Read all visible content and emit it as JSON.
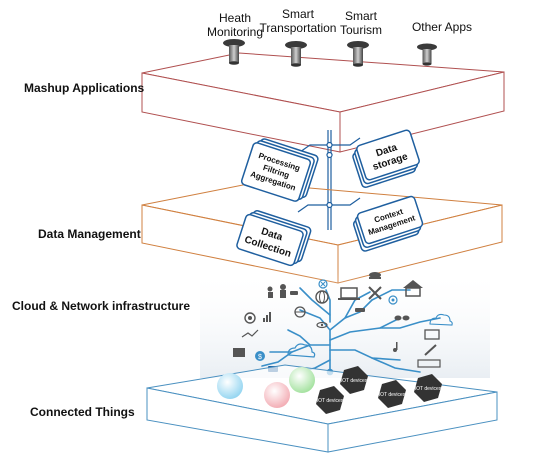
{
  "layers": {
    "mashup": "Mashup Applications",
    "data_management": "Data Management",
    "cloud": "Cloud & Network infrastructure",
    "things": "Connected Things"
  },
  "apps": [
    {
      "line1": "Heath",
      "line2": "Monitoring",
      "icon": "lamp-icon"
    },
    {
      "line1": "Smart",
      "line2": "Transportation",
      "icon": "lamp-icon"
    },
    {
      "line1": "Smart",
      "line2": "Tourism",
      "icon": "lamp-icon"
    },
    {
      "line1": "",
      "line2": "Other Apps",
      "icon": "lamp-icon"
    }
  ],
  "modules": {
    "processing": [
      "Processing",
      "Filtring",
      "Aggregation"
    ],
    "storage": [
      "Data",
      "storage"
    ],
    "context": [
      "Context",
      "Management"
    ],
    "collection": [
      "Data",
      "Collection"
    ]
  },
  "iot_devices": [
    "IOT devices",
    "IOT devices",
    "IOT devices",
    "IOT devices"
  ],
  "colors": {
    "mashup_border": "#b05050",
    "data_border": "#d08040",
    "things_border": "#4a90c0",
    "module_border": "#1f5f9f",
    "tree_line": "#3a8fc8",
    "icon_gray": "#555555",
    "hexagon": "#333333"
  }
}
